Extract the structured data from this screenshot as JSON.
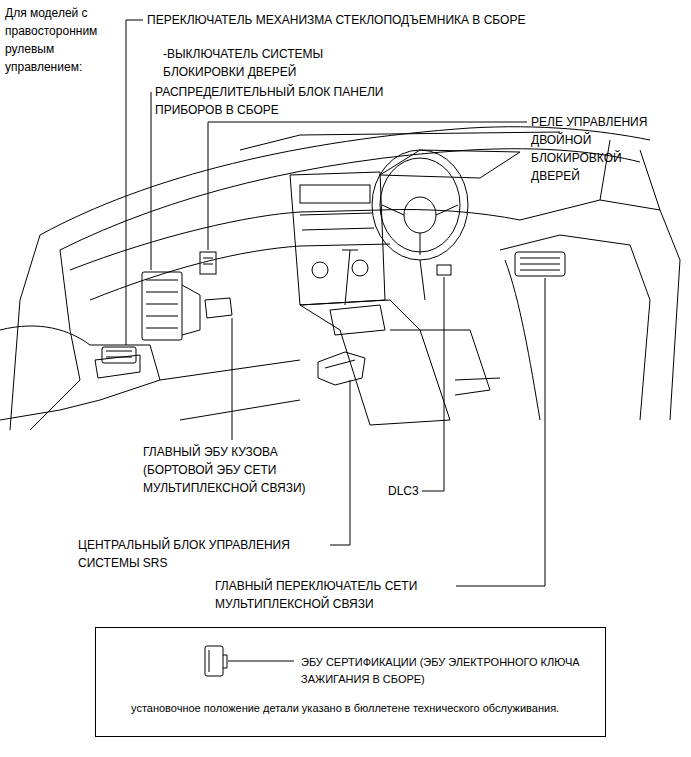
{
  "diagram": {
    "nodes": [
      {
        "text": [
          "ЭБУ СЕРТИФИКАЦИИ (ЭБУ ЭЛЕКТРОННОГО КЛЮЧА ЗАЖИГАНИЯ В СБОРЕ)",
          "установочное положение детали указано в бюллетене технического обслуживания."
        ]
      }
    ],
    "labels": [
      "Для моделей с правосторонним рулевым управлением:",
      "ПЕРЕКЛЮЧАТЕЛЬ МЕХАНИЗМА СТЕКЛОПОДЪЕМНИКА В СБОРЕ",
      "-ВЫКЛЮЧАТЕЛЬ СИСТЕМЫ БЛОКИРОВКИ ДВЕРЕЙ",
      "РАСПРЕДЕЛИТЕЛЬНЫЙ БЛОК ПАНЕЛИ ПРИБОРОВ В СБОРЕ",
      "РЕЛЕ УПРАВЛЕНИЯ ДВОЙНОЙ БЛОКИРОВКОЙ ДВЕРЕЙ",
      "ГЛАВНЫЙ ЭБУ КУЗОВА (БОРТОВОЙ ЭБУ СЕТИ МУЛЬТИПЛЕКСНОЙ СВЯЗИ)",
      "DLC3",
      "ЦЕНТРАЛЬНЫЙ БЛОК УПРАВЛЕНИЯ СИСТЕМЫ SRS",
      "ГЛАВНЫЙ ПЕРЕКЛЮЧАТЕЛЬ СЕТИ МУЛЬТИПЛЕКСНОЙ СВЯЗИ"
    ]
  }
}
